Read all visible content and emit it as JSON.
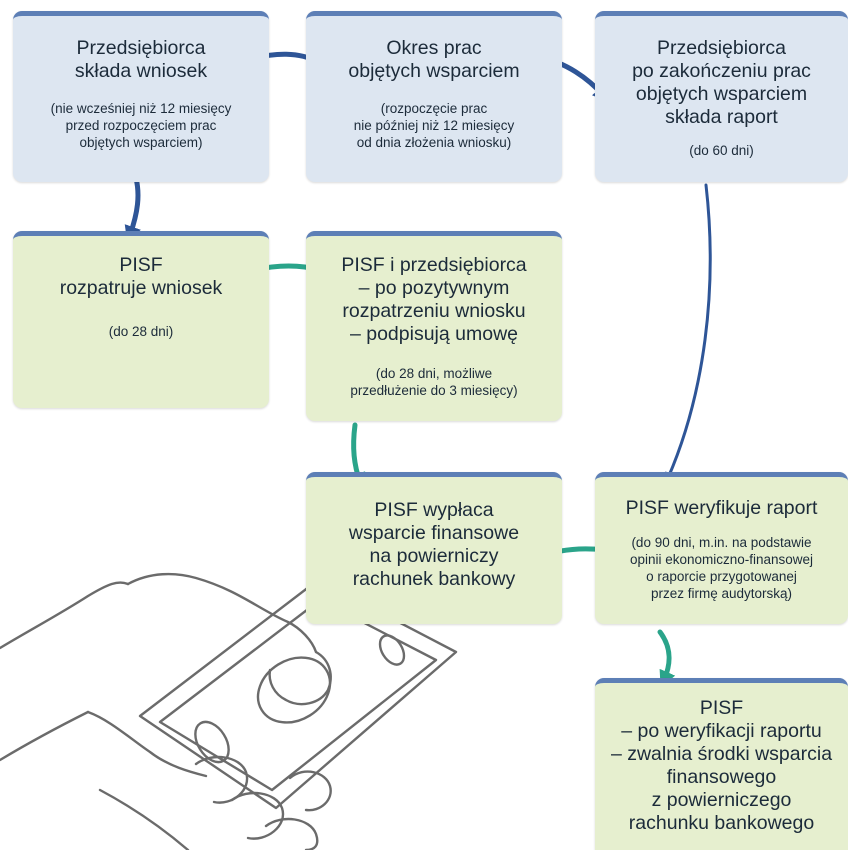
{
  "steps": [
    {
      "title": "Przedsiębiorca\nskłada wniosek",
      "note": "(nie wcześniej niż 12 miesięcy\nprzed rozpoczęciem prac\nobjętych wsparciem)"
    },
    {
      "title": "Okres prac\nobjętych wsparciem",
      "note": "(rozpoczęcie prac\nnie później niż 12 miesięcy\nod dnia złożenia wniosku)"
    },
    {
      "title": "Przedsiębiorca\npo zakończeniu prac\nobjętych wsparciem\nskłada raport",
      "note": "(do 60 dni)"
    },
    {
      "title": "PISF\nrozpatruje wniosek",
      "note": "(do 28 dni)"
    },
    {
      "title": "PISF i przedsiębiorca\n– po pozytywnym\nrozpatrzeniu wniosku\n– podpisują umowę",
      "note": "(do 28 dni, możliwe\nprzedłużenie do 3 miesięcy)"
    },
    {
      "title": "PISF wypłaca\nwsparcie finansowe\nna powierniczy\nrachunek bankowy",
      "note": ""
    },
    {
      "title": "PISF weryfikuje raport",
      "note": "(do 90 dni, m.in. na podstawie\nopinii ekonomiczno-finansowej\no raporcie przygotowanej\nprzez firmę audytorską)"
    },
    {
      "title": "PISF\n– po weryfikacji raportu\n– zwalnia środki wsparcia\nfinansowego\nz powierniczego\nrachunku bankowego",
      "note": ""
    }
  ],
  "colors": {
    "blue_box": "#dde6f1",
    "green_box": "#e6efcf",
    "box_border": "#5d7fb6",
    "arrow_blue": "#2e5597",
    "arrow_teal": "#2aa48a"
  }
}
